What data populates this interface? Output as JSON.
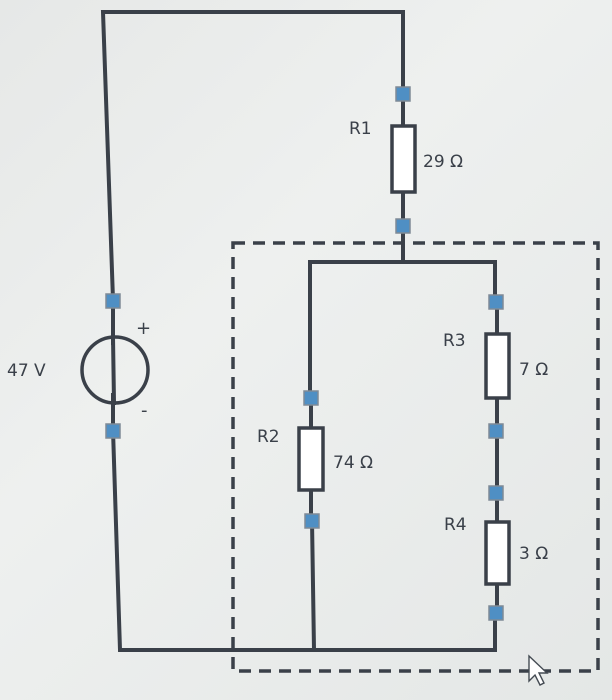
{
  "source": {
    "voltage": "47 V",
    "plus": "+",
    "minus": "-"
  },
  "resistors": {
    "r1": {
      "name": "R1",
      "value": "29 Ω"
    },
    "r2": {
      "name": "R2",
      "value": "74 Ω"
    },
    "r3": {
      "name": "R3",
      "value": "7 Ω"
    },
    "r4": {
      "name": "R4",
      "value": "3 Ω"
    }
  },
  "colors": {
    "wire": "#3a4049",
    "terminal": "#4f8fc4",
    "background": "#e8eae9"
  }
}
